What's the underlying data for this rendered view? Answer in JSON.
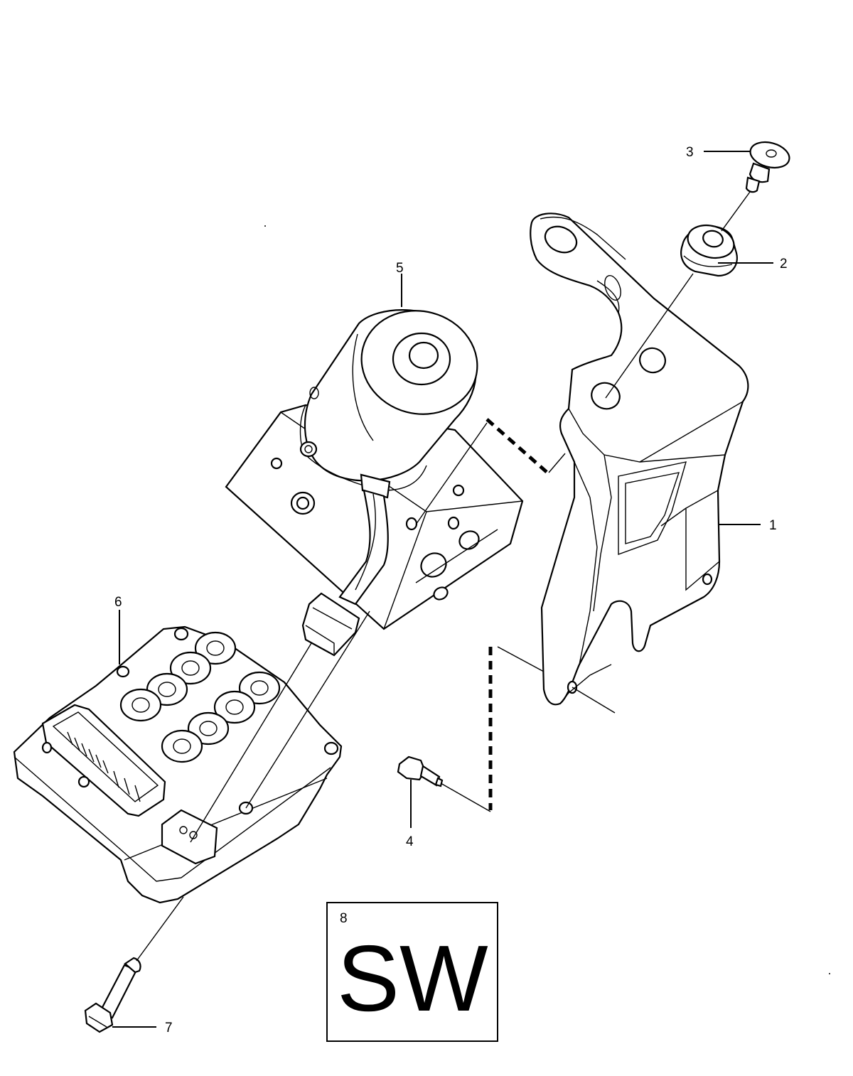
{
  "callouts": [
    {
      "id": "1",
      "label": "1"
    },
    {
      "id": "2",
      "label": "2"
    },
    {
      "id": "3",
      "label": "3"
    },
    {
      "id": "4",
      "label": "4"
    },
    {
      "id": "5",
      "label": "5"
    },
    {
      "id": "6",
      "label": "6"
    },
    {
      "id": "7",
      "label": "7"
    }
  ],
  "badge": {
    "number": "8",
    "text": "SW"
  }
}
